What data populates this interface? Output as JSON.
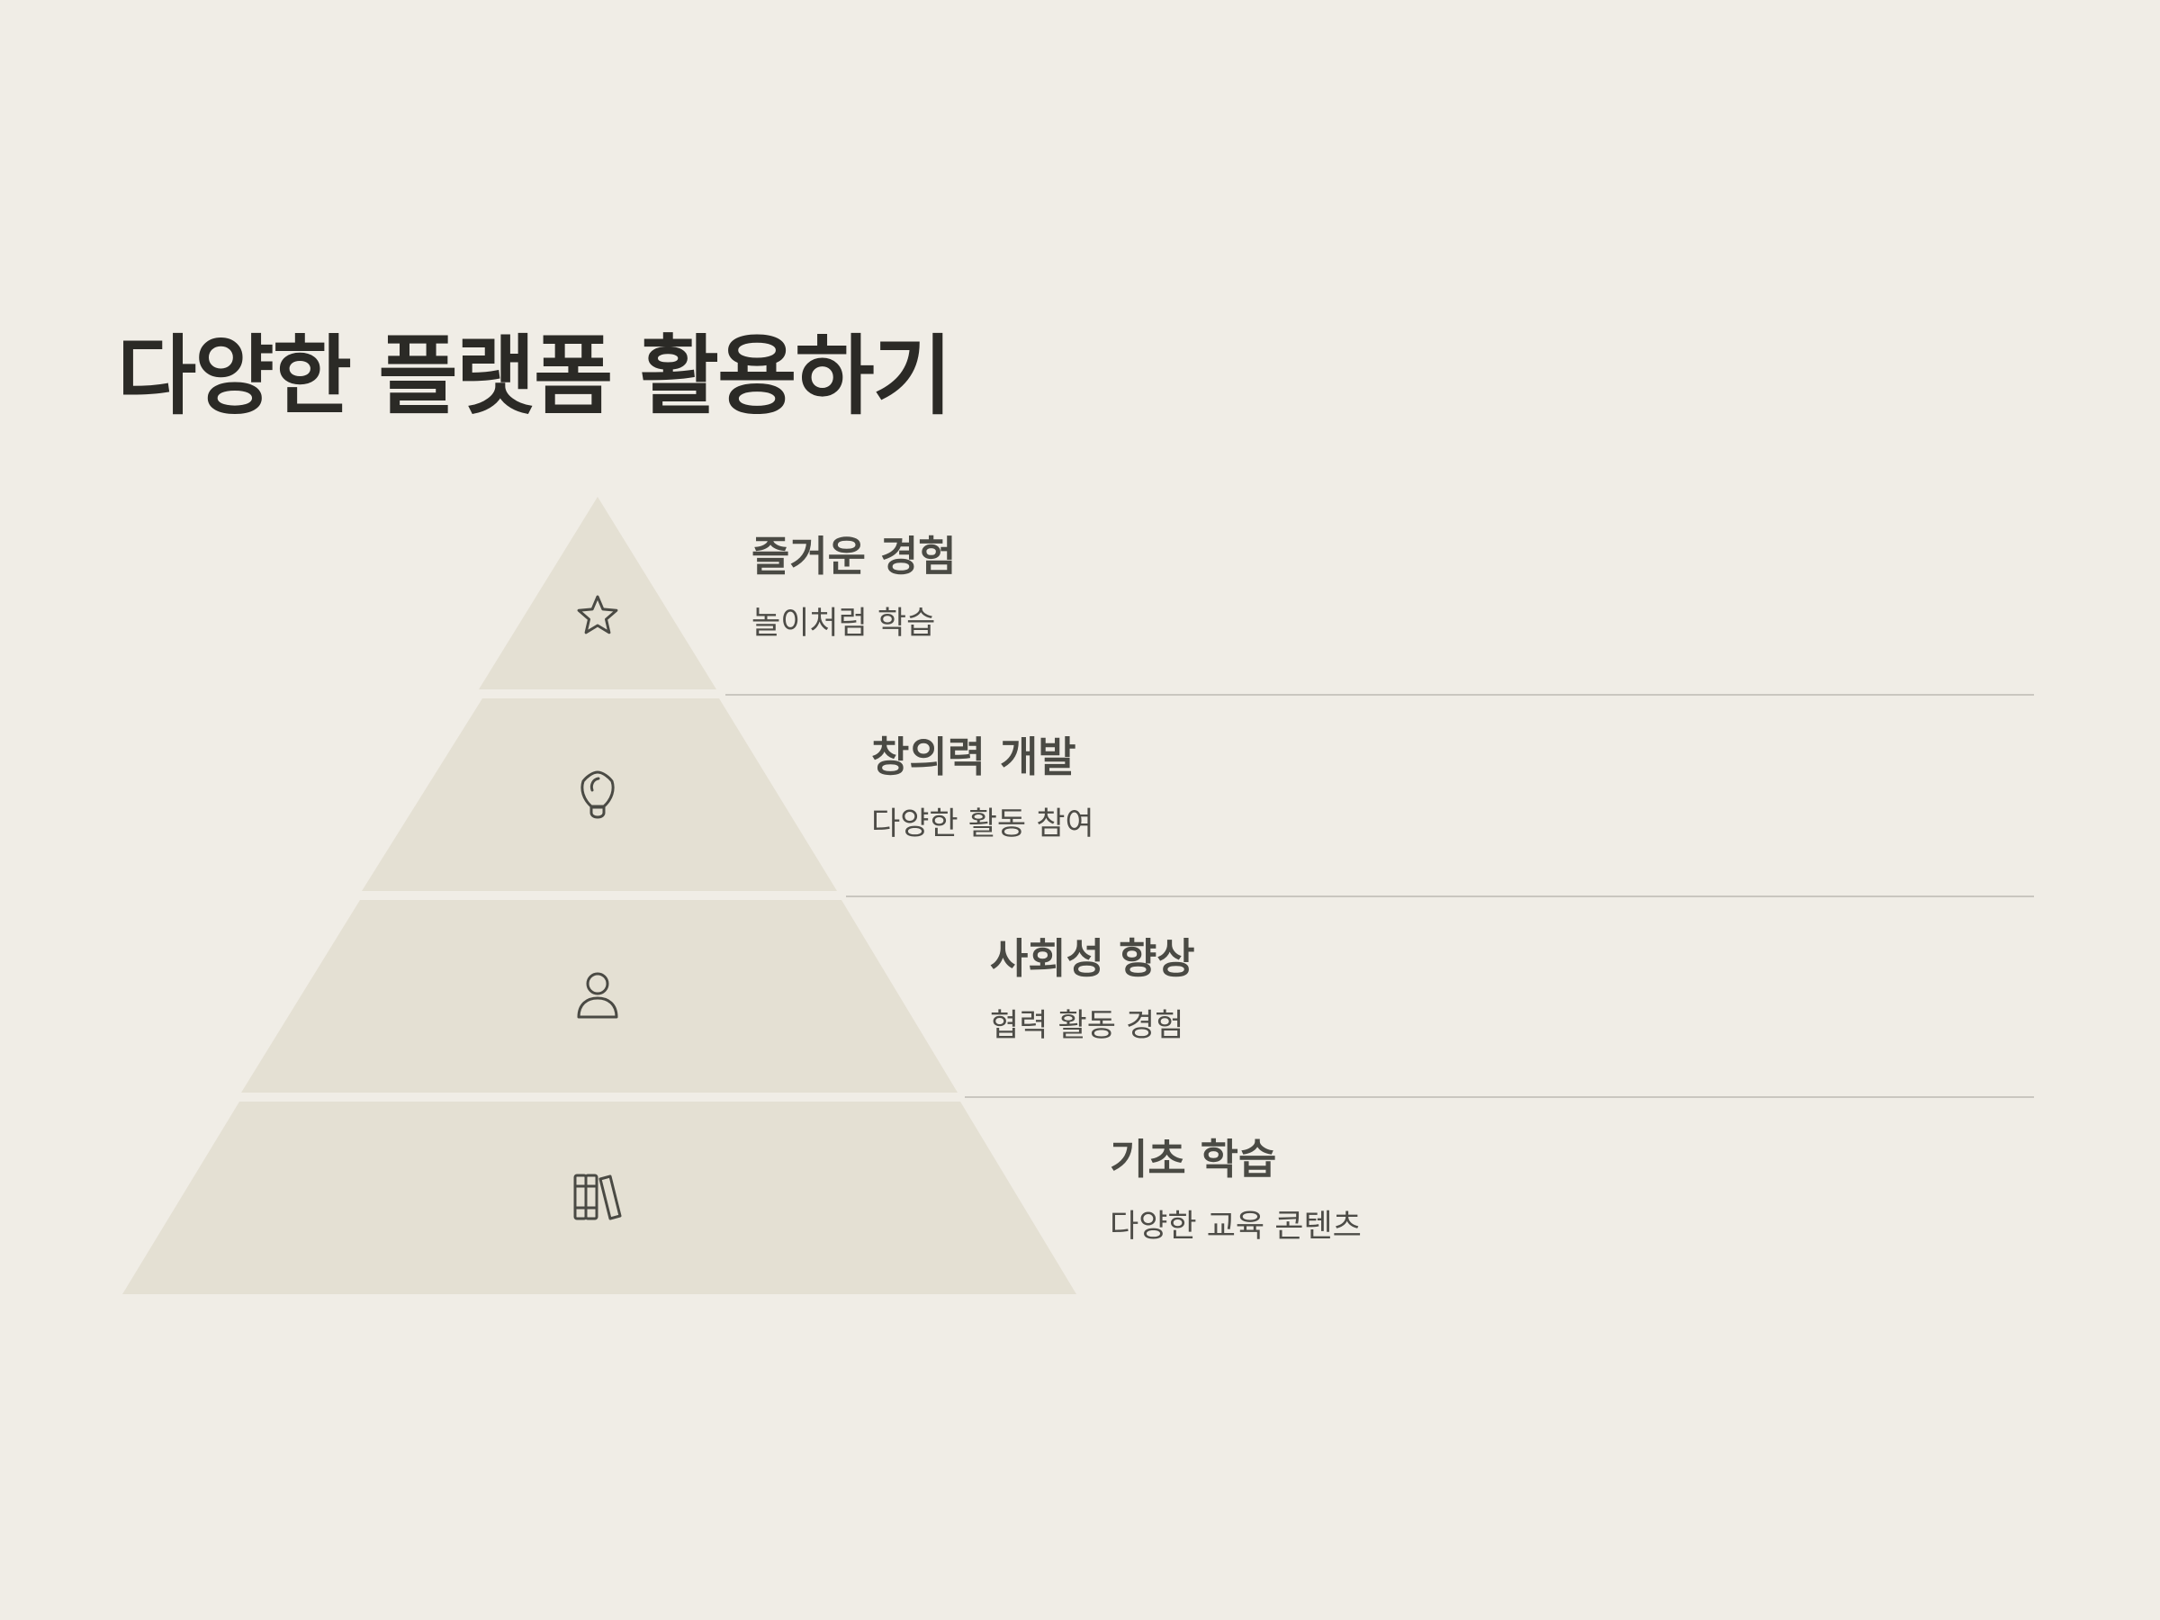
{
  "title": "다양한 플랫폼 활용하기",
  "colors": {
    "background": "#f0ede6",
    "layer_fill": "#e4e0d3",
    "text_dark": "#2b2a26",
    "text_mid": "#4a4a44",
    "divider": "#c9c6bf"
  },
  "levels": [
    {
      "heading": "즐거운 경험",
      "description": "놀이처럼 학습",
      "icon": "star-icon"
    },
    {
      "heading": "창의력 개발",
      "description": "다양한 활동 참여",
      "icon": "lightbulb-icon"
    },
    {
      "heading": "사회성 향상",
      "description": "협력 활동 경험",
      "icon": "person-icon"
    },
    {
      "heading": "기초 학습",
      "description": "다양한 교육 콘텐츠",
      "icon": "books-icon"
    }
  ]
}
